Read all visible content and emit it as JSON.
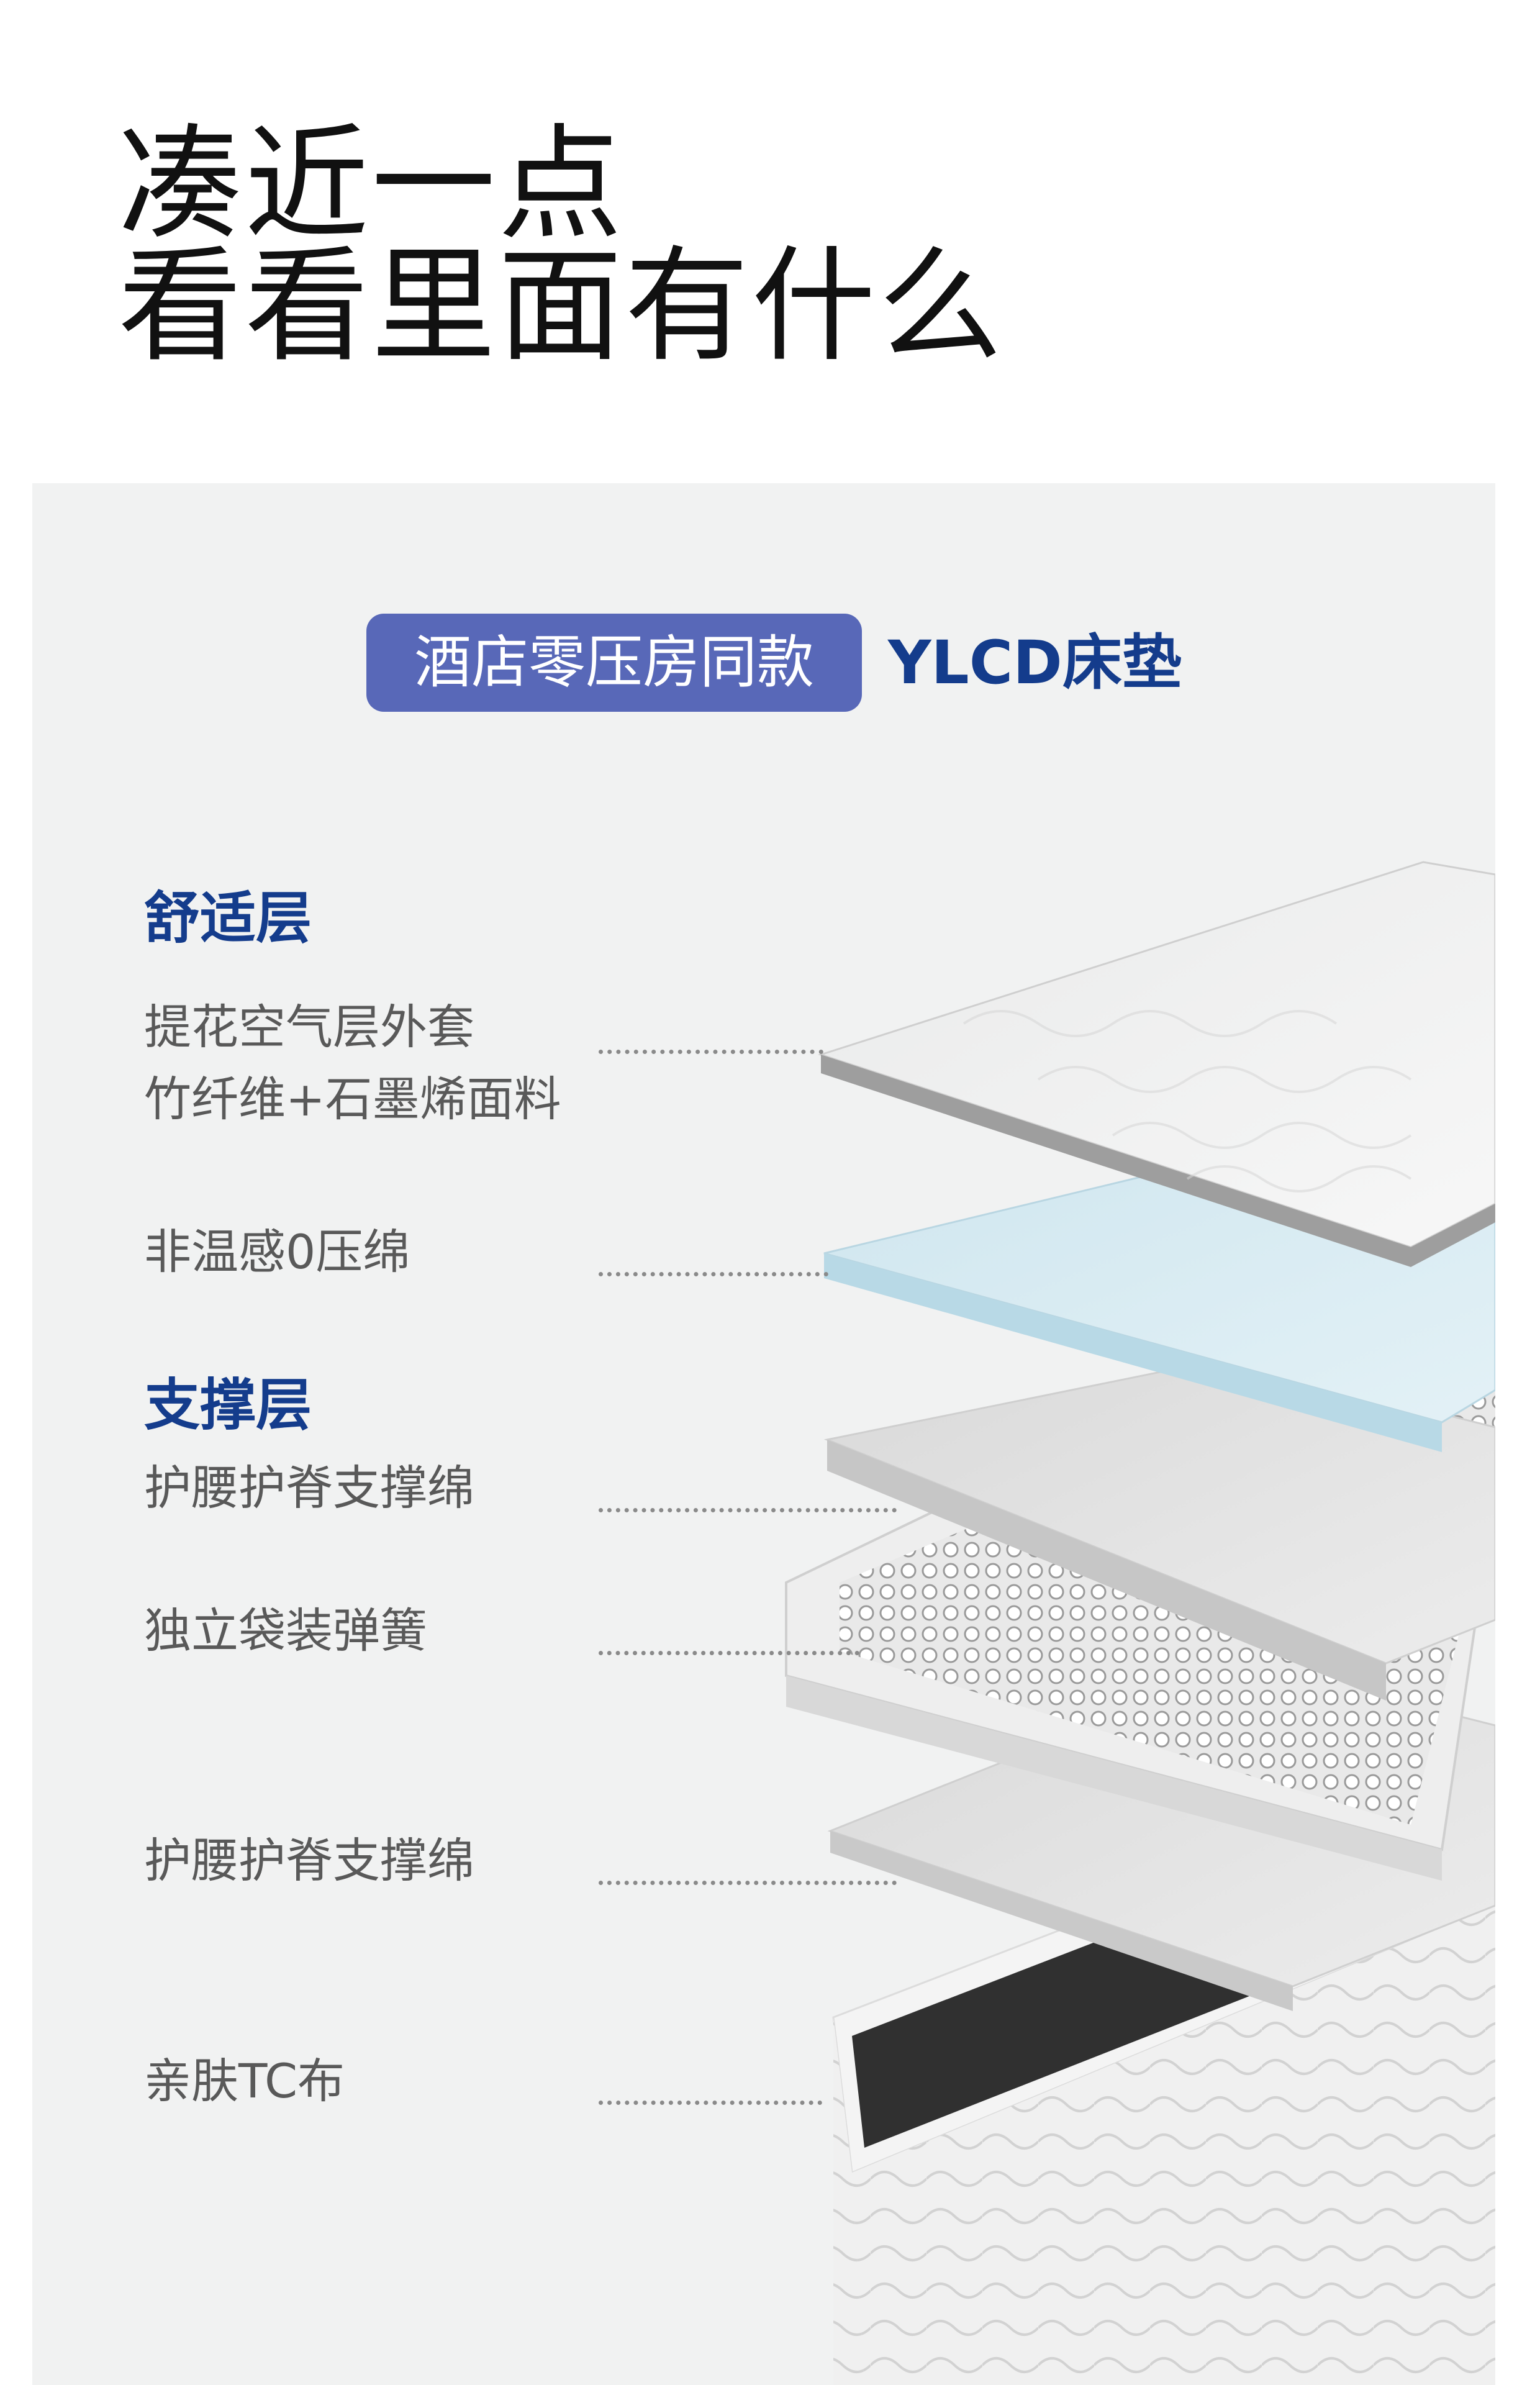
{
  "headline": {
    "line1": "凑近一点",
    "line2": "看看里面有什么"
  },
  "badge": {
    "label": "酒店零压房同款"
  },
  "brand": {
    "label": "YLCD床垫"
  },
  "sections": {
    "comfort": {
      "title": "舒适层",
      "item1_line1": "提花空气层外套",
      "item1_line2": "竹纤维+石墨烯面料",
      "item2": "非温感0压绵"
    },
    "support": {
      "title": "支撑层",
      "item1": "护腰护脊支撑绵",
      "item2": "独立袋装弹簧",
      "item3": "护腰护脊支撑绵",
      "item4": "亲肤TC布"
    }
  },
  "colors": {
    "accent_blue": "#143c8c",
    "badge_bg": "#5868b8",
    "panel_bg": "#f1f2f2",
    "cool_foam": "#cfe6ef"
  }
}
